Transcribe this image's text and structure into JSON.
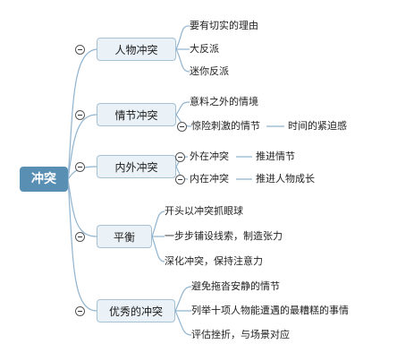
{
  "root": {
    "label": "冲突"
  },
  "topics": [
    {
      "label": "人物冲突",
      "children": [
        {
          "label": "要有切实的理由"
        },
        {
          "label": "大反派"
        },
        {
          "label": "迷你反派"
        }
      ]
    },
    {
      "label": "情节冲突",
      "children": [
        {
          "label": "意料之外的情境"
        },
        {
          "label": "惊险刺激的情节",
          "sub": "时间的紧迫感"
        }
      ]
    },
    {
      "label": "内外冲突",
      "children": [
        {
          "label": "外在冲突",
          "sub": "推进情节"
        },
        {
          "label": "内在冲突",
          "sub": "推进人物成长"
        }
      ]
    },
    {
      "label": "平衡",
      "children": [
        {
          "label": "开头以冲突抓眼球"
        },
        {
          "label": "一步步铺设线索，制造张力"
        },
        {
          "label": "深化冲突，保持注意力"
        }
      ]
    },
    {
      "label": "优秀的冲突",
      "children": [
        {
          "label": "避免拖沓安静的情节"
        },
        {
          "label": "列举十项人物能遭遇的最糟糕的事情"
        },
        {
          "label": "评估挫折，与场景对应"
        }
      ]
    }
  ],
  "colors": {
    "root_fill": "#5a8fb4",
    "topic_fill": "#eaf2f8",
    "topic_border": "#a7c1d4",
    "link": "#8fb3cf"
  }
}
